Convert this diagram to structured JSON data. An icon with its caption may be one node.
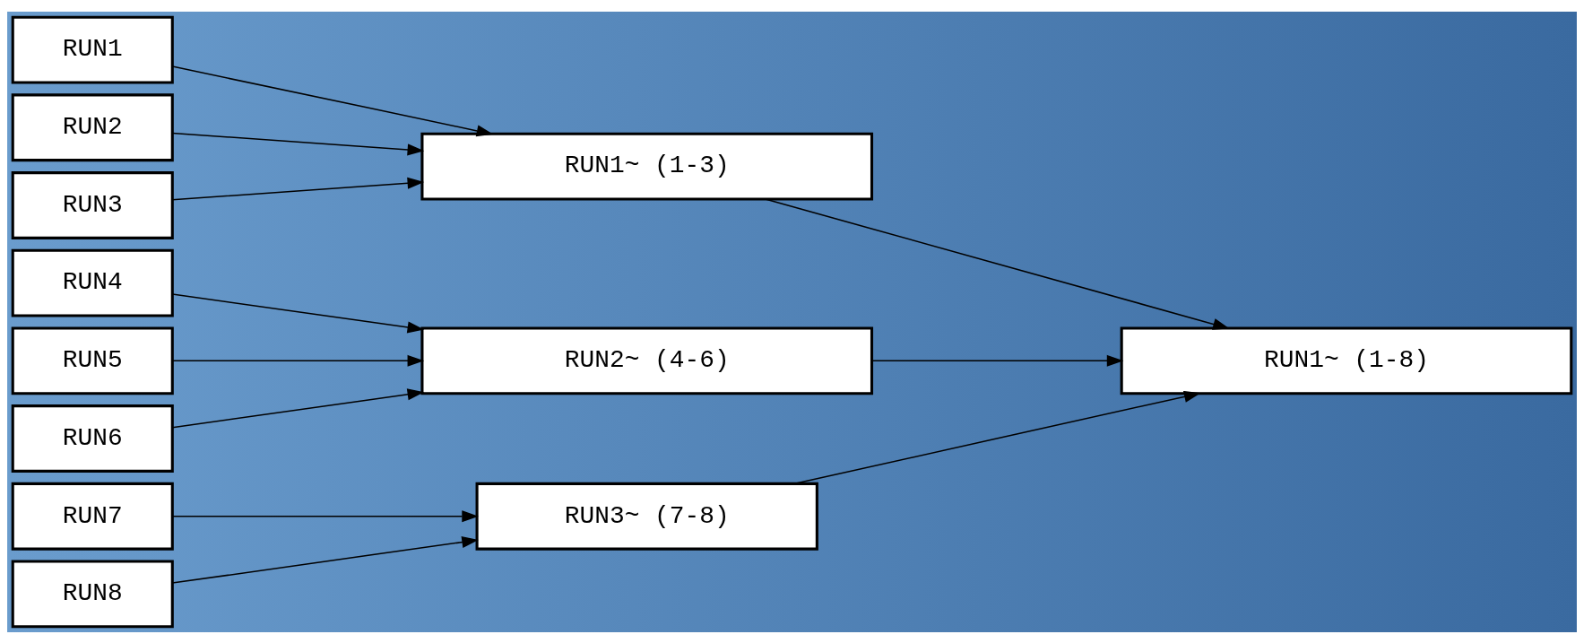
{
  "diagram": {
    "nodes": [
      {
        "text": [
          "RUN1"
        ]
      },
      {
        "text": [
          "RUN2"
        ]
      },
      {
        "text": [
          "RUN3"
        ]
      },
      {
        "text": [
          "RUN4"
        ]
      },
      {
        "text": [
          "RUN5"
        ]
      },
      {
        "text": [
          "RUN6"
        ]
      },
      {
        "text": [
          "RUN7"
        ]
      },
      {
        "text": [
          "RUN8"
        ]
      },
      {
        "text": [
          "RUN1~ (1-3)"
        ]
      },
      {
        "text": [
          "RUN2~ (4-6)"
        ]
      },
      {
        "text": [
          "RUN3~ (7-8)"
        ]
      },
      {
        "text": [
          "RUN1~ (1-8)"
        ]
      }
    ],
    "edges": [
      {
        "from": 0,
        "to": 8,
        "arrow": "to"
      },
      {
        "from": 1,
        "to": 8,
        "arrow": "to"
      },
      {
        "from": 2,
        "to": 8,
        "arrow": "to"
      },
      {
        "from": 3,
        "to": 9,
        "arrow": "to"
      },
      {
        "from": 4,
        "to": 9,
        "arrow": "to"
      },
      {
        "from": 5,
        "to": 9,
        "arrow": "to"
      },
      {
        "from": 6,
        "to": 10,
        "arrow": "to"
      },
      {
        "from": 7,
        "to": 10,
        "arrow": "to"
      },
      {
        "from": 8,
        "to": 11,
        "arrow": "to"
      },
      {
        "from": 9,
        "to": 11,
        "arrow": "to"
      },
      {
        "from": 10,
        "to": 11,
        "arrow": "to"
      }
    ]
  }
}
